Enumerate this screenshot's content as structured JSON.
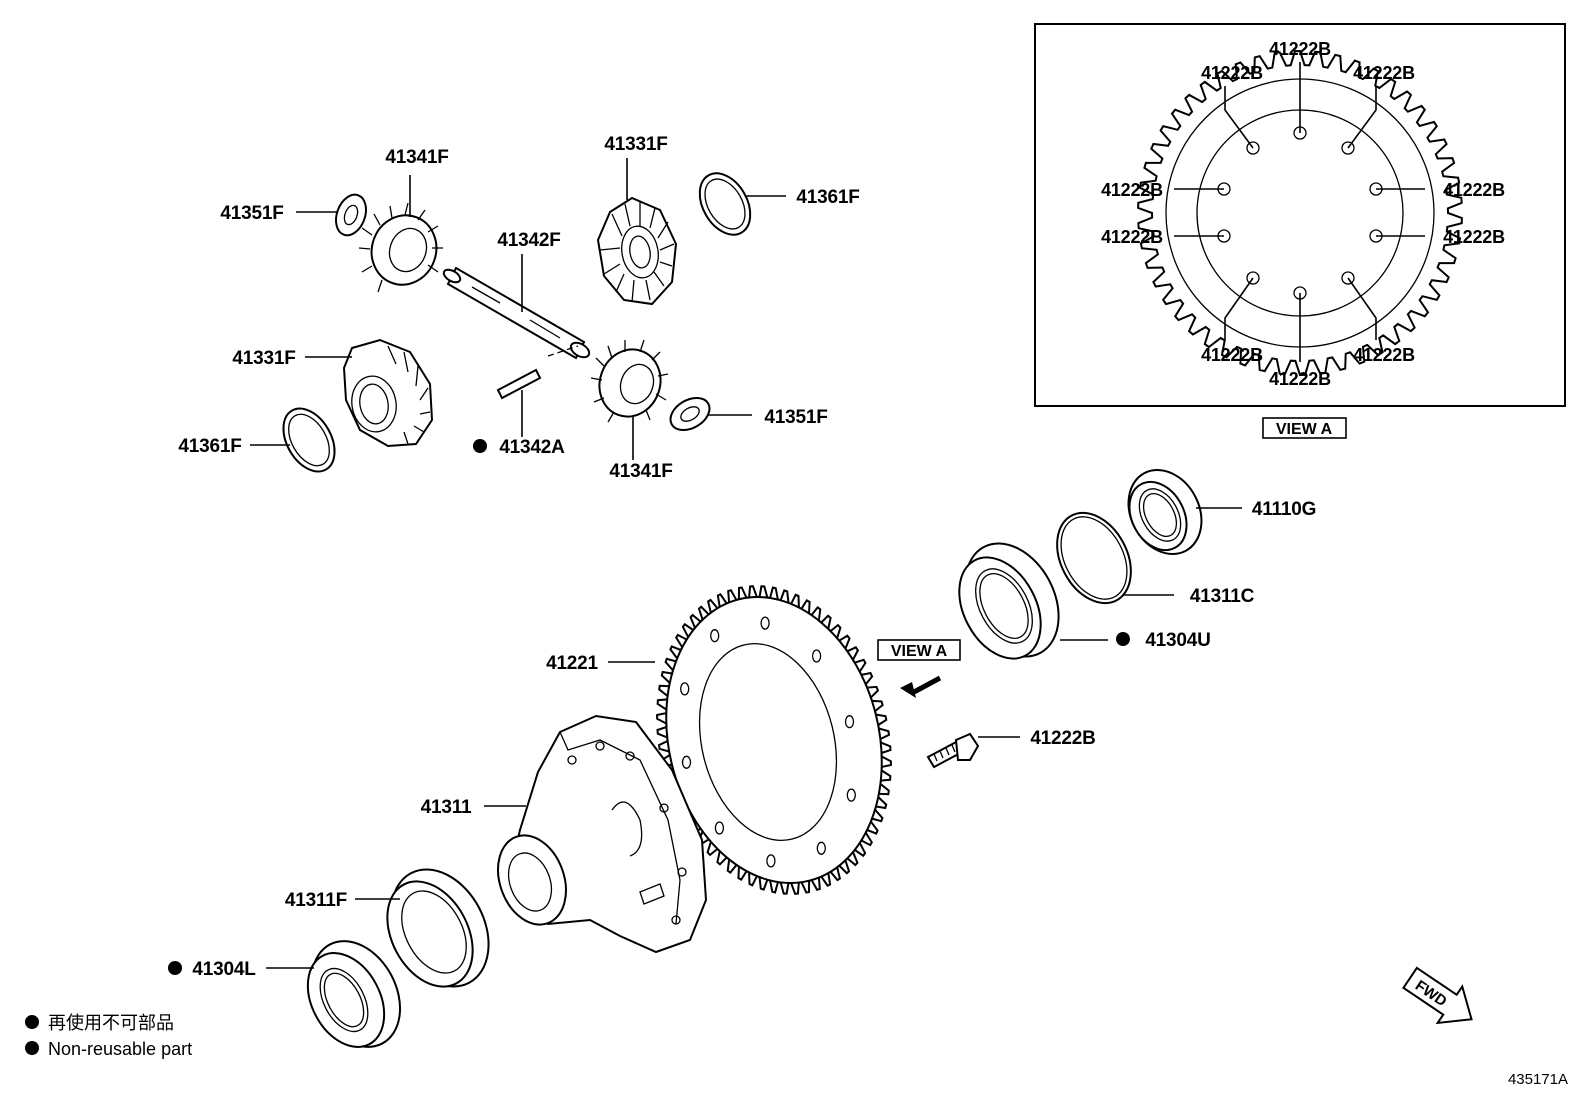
{
  "view_a_panel": {
    "title": "VIEW A",
    "bolt_labels": [
      "41222B",
      "41222B",
      "41222B",
      "41222B",
      "41222B",
      "41222B",
      "41222B",
      "41222B",
      "41222B",
      "41222B"
    ]
  },
  "parts": {
    "p41341F_top": "41341F",
    "p41351F_left": "41351F",
    "p41331F_top": "41331F",
    "p41361F_right": "41361F",
    "p41342F": "41342F",
    "p41331F_left": "41331F",
    "p41361F_left": "41361F",
    "p41342A": "41342A",
    "p41341F_bottom": "41341F",
    "p41351F_right": "41351F",
    "p41110G": "41110G",
    "p41311C": "41311C",
    "p41304U": "41304U",
    "p41221": "41221",
    "p41222B": "41222B",
    "p41311": "41311",
    "p41311F": "41311F",
    "p41304L": "41304L"
  },
  "view_a_callout": "VIEW A",
  "fwd_label": "FWD",
  "legend": {
    "line1": "再使用不可部品",
    "line2": "Non-reusable part"
  },
  "diagram_code": "435171A"
}
